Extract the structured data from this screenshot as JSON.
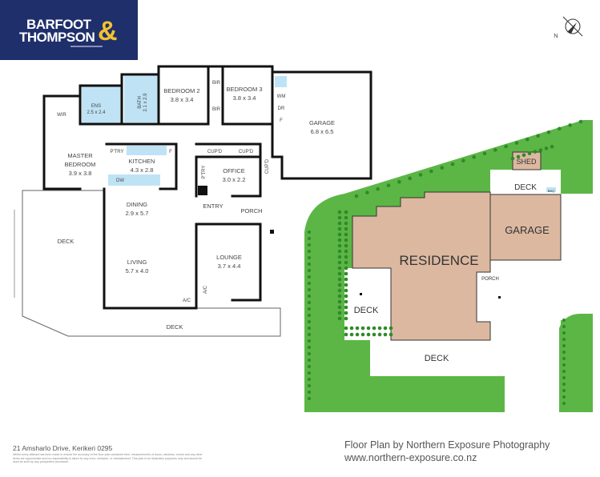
{
  "logo": {
    "line1": "BARFOOT",
    "line2": "THOMPSON",
    "ampersand": "&",
    "brand_color": "#1f2f6b",
    "accent_color": "#f2c230"
  },
  "compass": {
    "label": "N"
  },
  "floor_plan": {
    "rooms": {
      "wir": "WIR",
      "ens": {
        "name": "ENS",
        "dims": "2.5 x 2.4"
      },
      "bath": {
        "name": "BATH",
        "dims": "2.1 x 2.9"
      },
      "bedroom2": {
        "name": "BEDROOM 2",
        "dims": "3.8 x 3.4"
      },
      "bir1": "BIR",
      "bir2": "BIR",
      "bedroom3": {
        "name": "BEDROOM 3",
        "dims": "3.8 x 3.4"
      },
      "wm": "WM",
      "dr": "DR",
      "f_laundry": "F",
      "garage": {
        "name": "GARAGE",
        "dims": "6.8 x 6.5"
      },
      "master": {
        "name1": "MASTER",
        "name2": "BEDROOM",
        "dims": "3.9 x 3.8"
      },
      "ptry_kitchen": "P'TRY",
      "kitchen": {
        "name": "KITCHEN",
        "dims": "4.3 x 2.8"
      },
      "f_kitchen": "F",
      "dw": "DW",
      "cupd1": "CUP'D",
      "cupd2": "CUP'D",
      "cupd3": "CUP'D",
      "ptry_office": "P'TRY",
      "office": {
        "name": "OFFICE",
        "dims": "3.0 x 2.2"
      },
      "entry": "ENTRY",
      "porch": "PORCH",
      "dining": {
        "name": "DINING",
        "dims": "2.9 x 5.7"
      },
      "living": {
        "name": "LIVING",
        "dims": "5.7 x 4.0"
      },
      "lounge": {
        "name": "LOUNGE",
        "dims": "3.7 x 4.4"
      },
      "deck_left": "DECK",
      "deck_bottom": "DECK",
      "ac1": "A/C",
      "ac2": "A/C"
    },
    "wet_area_color": "#bfe3f5"
  },
  "site_plan": {
    "shed": "SHED",
    "deck_top": "DECK",
    "bbq": "BBQ",
    "garage": "GARAGE",
    "residence": "RESIDENCE",
    "porch": "PORCH",
    "deck_left": "DECK",
    "deck_bottom": "DECK",
    "lawn_color": "#5cb646",
    "shrub_color": "#2f8a2a",
    "building_color": "#dcb8a0"
  },
  "footer": {
    "address": "21 Amsharlo Drive, Kerikeri 0295",
    "disclaimer": "Whilst every attempt has been made to ensure the accuracy of the floor plan contained here, measurements of doors, windows, rooms and any other items are approximate and no responsibility is taken for any error, omission, or misstatement. This plan is for illustrative purposes only and should be used as such by any prospective purchaser.",
    "credit": "Floor Plan by Northern Exposure Photography",
    "website": "www.northern-exposure.co.nz"
  }
}
